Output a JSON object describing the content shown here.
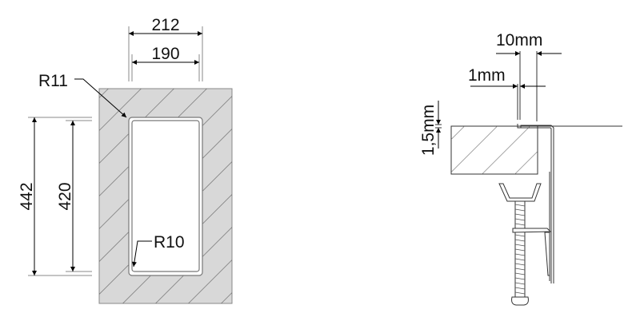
{
  "top_view": {
    "outer_width": "212",
    "inner_width": "190",
    "outer_height": "442",
    "inner_height": "420",
    "outer_radius": "R11",
    "inner_radius": "R10"
  },
  "section_view": {
    "rim_width": "10mm",
    "gap": "1mm",
    "material_thickness": "1,5mm"
  },
  "colors": {
    "hatch_fill": "#d8d8d8",
    "line": "#222222",
    "hatch_line": "#555555"
  }
}
